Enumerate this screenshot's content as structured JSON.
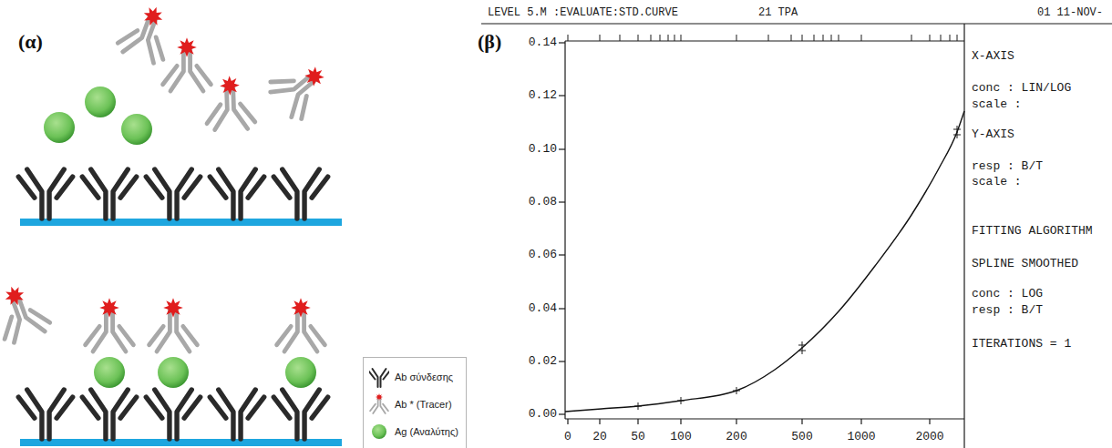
{
  "diagram": {
    "labels": [
      "(α)",
      "(β)",
      "LEVEL 5.M :EVALUATE:STD.CURVE",
      "21 TPA",
      "01 11-NOV-",
      "0.14",
      "0.12",
      "0.10",
      "0.08",
      "0.06",
      "0.04",
      "0.02",
      "0.00",
      "0",
      "20",
      "50",
      "100",
      "200",
      "500",
      "1000",
      "2000",
      "X-AXIS",
      "conc : LIN/LOG",
      "scale :",
      "Y-AXIS",
      "resp : B/T",
      "scale :",
      "FITTING ALGORITHM",
      "SPLINE SMOOTHED",
      "conc : LOG",
      "resp : B/T",
      "ITERATIONS = 1"
    ],
    "legend": [
      {
        "text": "Ab σύνδεσης"
      },
      {
        "text": "Ab * (Tracer)"
      },
      {
        "text": "Ag (Αναλύτης)"
      }
    ]
  }
}
